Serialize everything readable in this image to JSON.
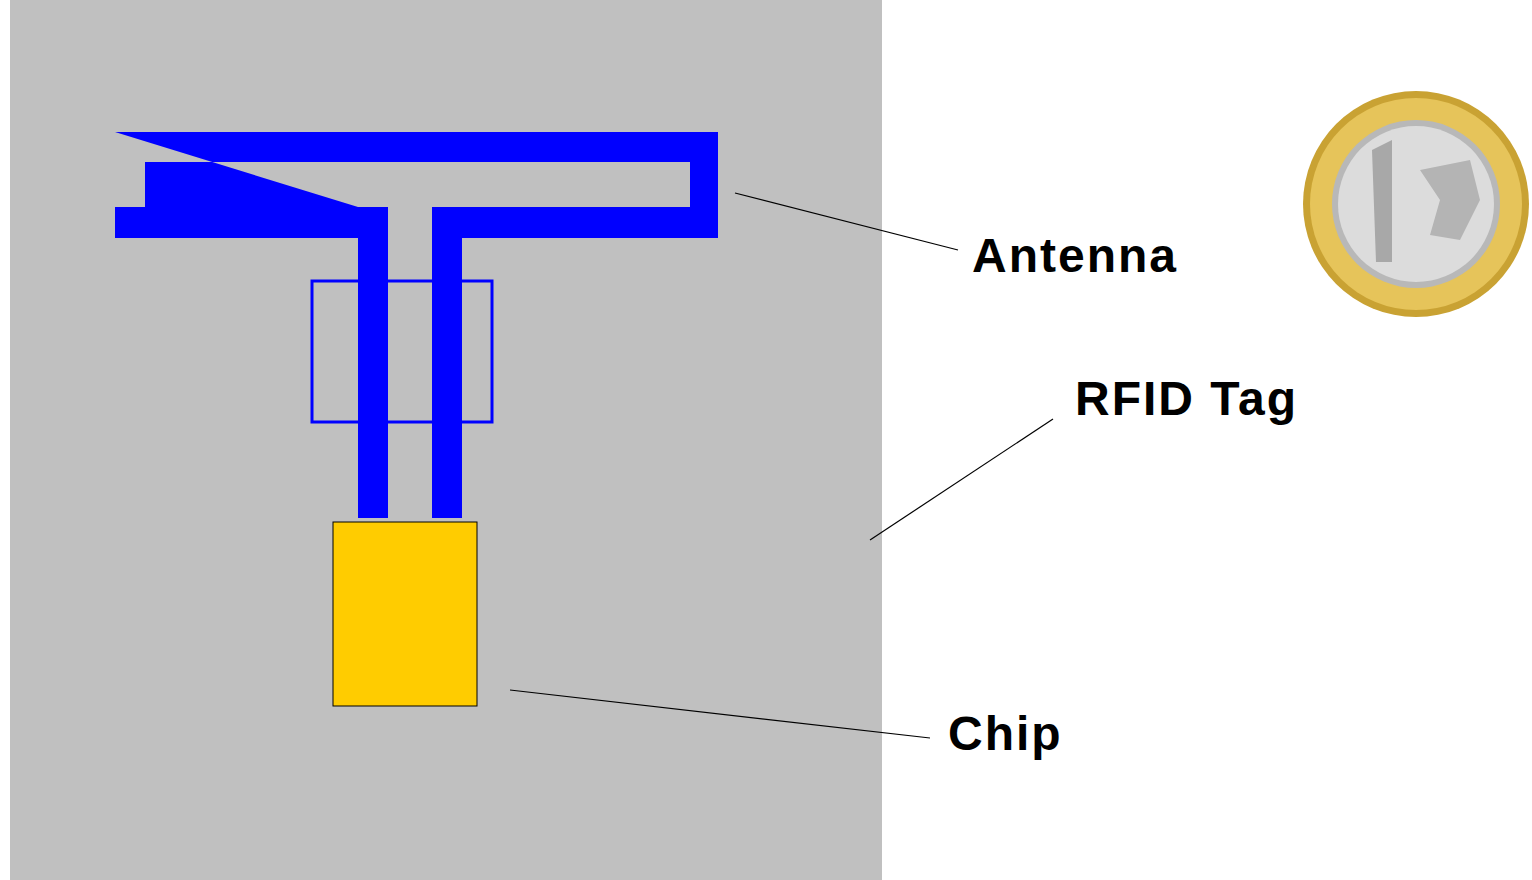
{
  "diagram": {
    "labels": [
      "Antenna",
      "RFID Tag",
      "Chip"
    ]
  }
}
